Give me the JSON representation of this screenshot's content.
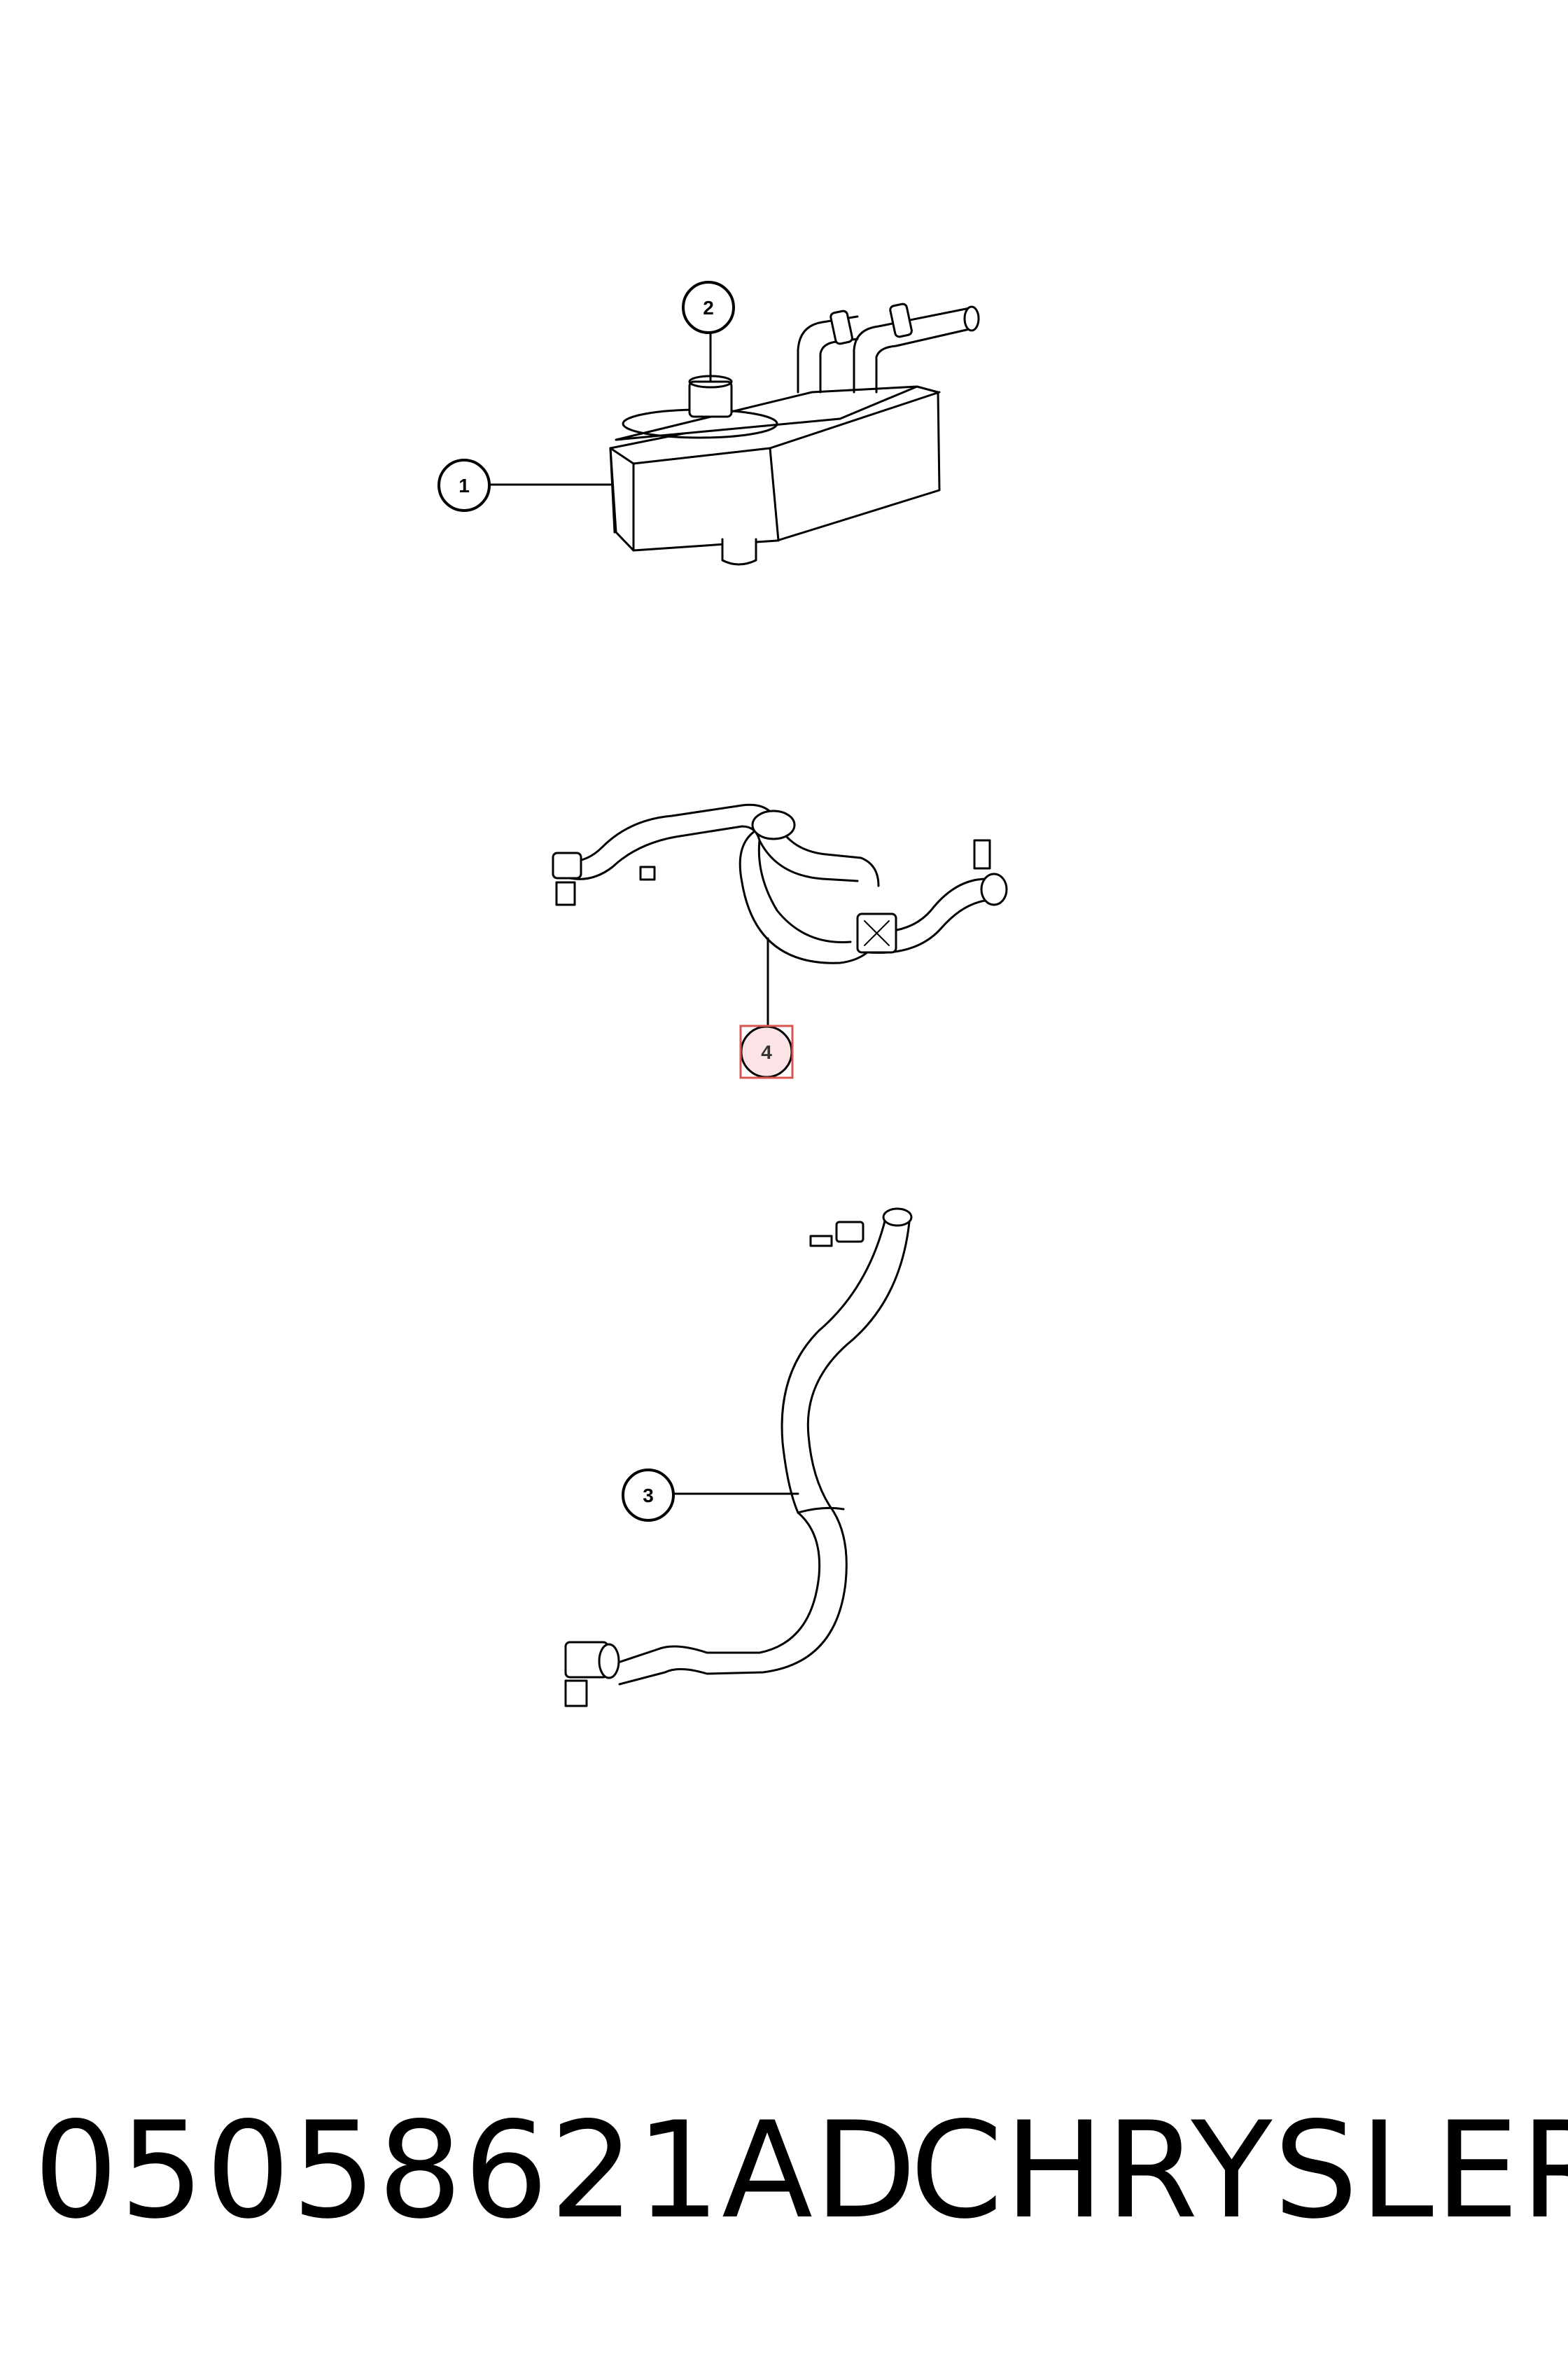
{
  "callouts": [
    {
      "id": "1",
      "label": "1"
    },
    {
      "id": "2",
      "label": "2"
    },
    {
      "id": "3",
      "label": "3"
    },
    {
      "id": "4",
      "label": "4"
    }
  ],
  "highlight": {
    "callout": "4",
    "color": "#d9534f"
  },
  "caption": {
    "part_number": "05058621AD",
    "brand": "CHRYSLER"
  }
}
